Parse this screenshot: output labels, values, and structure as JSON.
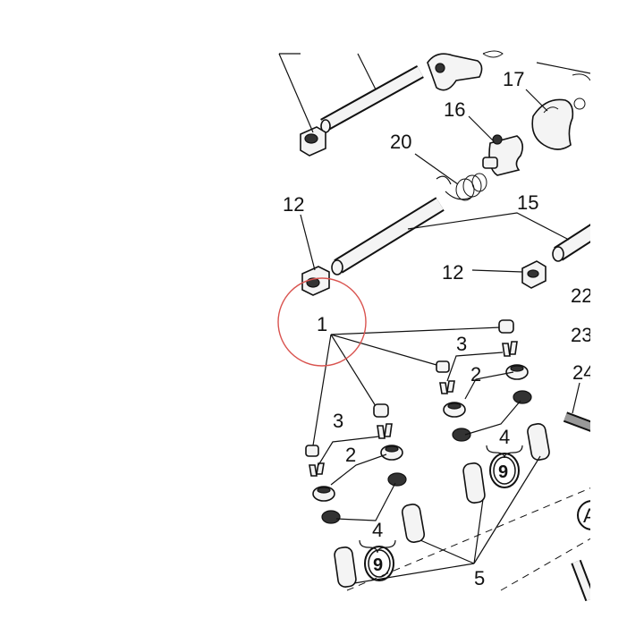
{
  "labels": {
    "l17": "17",
    "l16": "16",
    "l20": "20",
    "l12a": "12",
    "l15": "15",
    "l12b": "12",
    "l22": "22",
    "l1": "1",
    "l23": "23",
    "l3a": "3",
    "l2a": "2",
    "l24": "24",
    "l3b": "3",
    "l4a": "4",
    "l9a": "9",
    "l2b": "2",
    "l4b": "4",
    "l9b": "9",
    "l5": "5",
    "lA": "A"
  },
  "colors": {
    "highlight_circle": "#d9534f",
    "line": "#111111"
  }
}
